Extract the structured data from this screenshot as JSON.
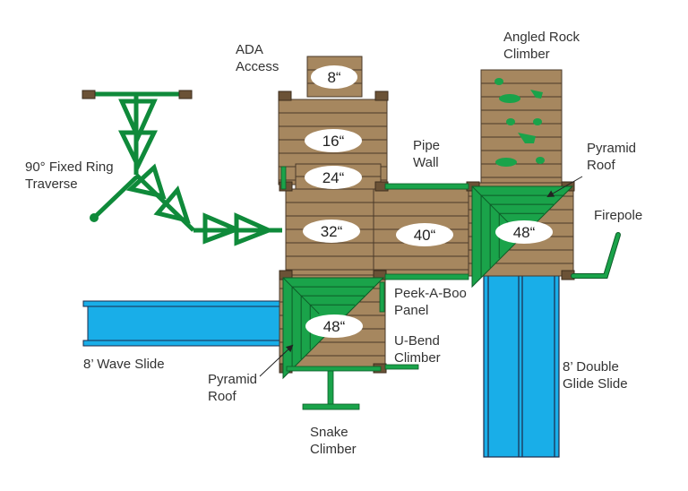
{
  "title": "Playset Top-View Layout",
  "colors": {
    "wood": "#a6875f",
    "wood_line": "#4a3a28",
    "post": "#6b5236",
    "green": "#1aa34a",
    "green_dark": "#0d5c28",
    "blue": "#19aee8",
    "blue_line": "#1d2a4a",
    "label": "#333333"
  },
  "deck_heights": {
    "ada_ramp": "8“",
    "upper_step": "16“",
    "step_24": "24“",
    "deck_32": "32“",
    "deck_40": "40“",
    "tower_right": "48“",
    "tower_bottom": "48“"
  },
  "labels": {
    "ada_access": [
      "ADA",
      "Access"
    ],
    "angled_rock_climber": [
      "Angled Rock",
      "Climber"
    ],
    "pipe_wall": [
      "Pipe",
      "Wall"
    ],
    "pyramid_roof_right": [
      "Pyramid",
      "Roof"
    ],
    "firepole": [
      "Firepole"
    ],
    "ring_traverse": [
      "90° Fixed Ring",
      "Traverse"
    ],
    "peek_a_boo_panel": [
      "Peek-A-Boo",
      "Panel"
    ],
    "u_bend_climber": [
      "U-Bend",
      "Climber"
    ],
    "wave_slide": [
      "8’ Wave Slide"
    ],
    "pyramid_roof_left": [
      "Pyramid",
      "Roof"
    ],
    "double_glide_slide": [
      "8’ Double",
      "Glide Slide"
    ],
    "snake_climber": [
      "Snake",
      "Climber"
    ]
  }
}
